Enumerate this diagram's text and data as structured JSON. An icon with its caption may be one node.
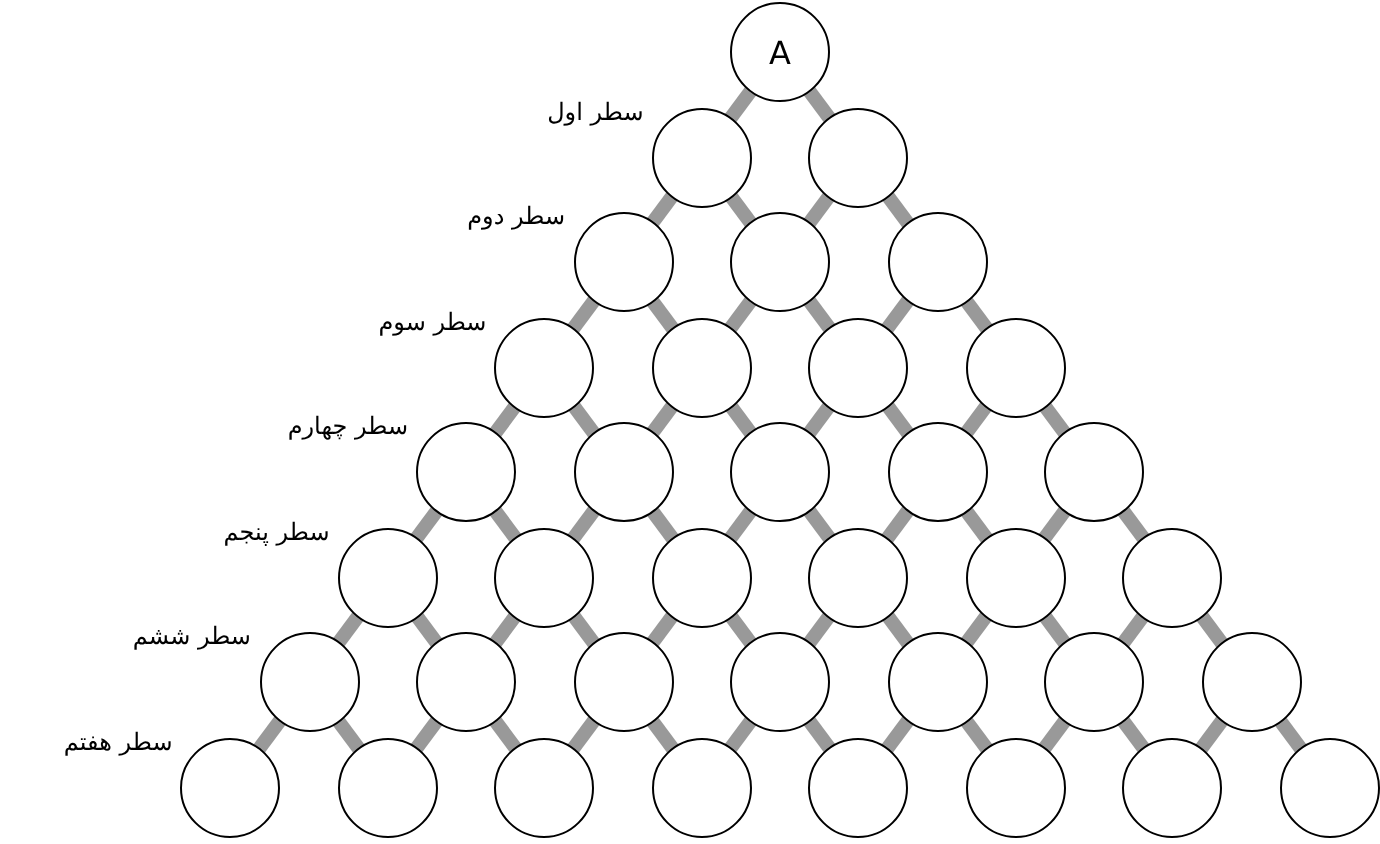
{
  "diagram": {
    "nodes": [
      {
        "text": [
          "A"
        ]
      },
      {
        "text": [],
        "shape": "circle"
      },
      {
        "text": [],
        "shape": "circle"
      },
      {
        "text": [],
        "shape": "circle"
      },
      {
        "text": [],
        "shape": "circle"
      },
      {
        "text": [],
        "shape": "circle"
      },
      {
        "text": [],
        "shape": "circle"
      },
      {
        "text": [],
        "shape": "circle"
      },
      {
        "text": [],
        "shape": "circle"
      },
      {
        "text": [],
        "shape": "circle"
      },
      {
        "text": [],
        "shape": "circle"
      },
      {
        "text": [],
        "shape": "circle"
      },
      {
        "text": [],
        "shape": "circle"
      },
      {
        "text": [],
        "shape": "circle"
      },
      {
        "text": [],
        "shape": "circle"
      },
      {
        "text": [],
        "shape": "circle"
      },
      {
        "text": [],
        "shape": "circle"
      },
      {
        "text": [],
        "shape": "circle"
      },
      {
        "text": [],
        "shape": "circle"
      },
      {
        "text": [],
        "shape": "circle"
      },
      {
        "text": [],
        "shape": "circle"
      },
      {
        "text": [],
        "shape": "circle"
      },
      {
        "text": [],
        "shape": "circle"
      },
      {
        "text": [],
        "shape": "circle"
      },
      {
        "text": [],
        "shape": "circle"
      },
      {
        "text": [],
        "shape": "circle"
      },
      {
        "text": [],
        "shape": "circle"
      },
      {
        "text": [],
        "shape": "circle"
      },
      {
        "text": [],
        "shape": "circle"
      },
      {
        "text": [],
        "shape": "circle"
      },
      {
        "text": [],
        "shape": "circle"
      },
      {
        "text": [],
        "shape": "circle"
      },
      {
        "text": [],
        "shape": "circle"
      },
      {
        "text": [],
        "shape": "circle"
      },
      {
        "text": [],
        "shape": "circle"
      },
      {
        "text": [],
        "shape": "circle"
      }
    ],
    "edges": [
      {
        "from": 0,
        "to": 1,
        "arrow": "none"
      },
      {
        "from": 0,
        "to": 2,
        "arrow": "none"
      },
      {
        "from": 1,
        "to": 3,
        "arrow": "none"
      },
      {
        "from": 1,
        "to": 4,
        "arrow": "none"
      },
      {
        "from": 2,
        "to": 4,
        "arrow": "none"
      },
      {
        "from": 2,
        "to": 5,
        "arrow": "none"
      },
      {
        "from": 3,
        "to": 6,
        "arrow": "none"
      },
      {
        "from": 3,
        "to": 7,
        "arrow": "none"
      },
      {
        "from": 4,
        "to": 7,
        "arrow": "none"
      },
      {
        "from": 4,
        "to": 8,
        "arrow": "none"
      },
      {
        "from": 5,
        "to": 8,
        "arrow": "none"
      },
      {
        "from": 5,
        "to": 9,
        "arrow": "none"
      },
      {
        "from": 6,
        "to": 10,
        "arrow": "none"
      },
      {
        "from": 6,
        "to": 11,
        "arrow": "none"
      },
      {
        "from": 7,
        "to": 11,
        "arrow": "none"
      },
      {
        "from": 7,
        "to": 12,
        "arrow": "none"
      },
      {
        "from": 8,
        "to": 12,
        "arrow": "none"
      },
      {
        "from": 8,
        "to": 13,
        "arrow": "none"
      },
      {
        "from": 9,
        "to": 13,
        "arrow": "none"
      },
      {
        "from": 9,
        "to": 14,
        "arrow": "none"
      },
      {
        "from": 10,
        "to": 15,
        "arrow": "none"
      },
      {
        "from": 10,
        "to": 16,
        "arrow": "none"
      },
      {
        "from": 11,
        "to": 16,
        "arrow": "none"
      },
      {
        "from": 11,
        "to": 17,
        "arrow": "none"
      },
      {
        "from": 12,
        "to": 17,
        "arrow": "none"
      },
      {
        "from": 12,
        "to": 18,
        "arrow": "none"
      },
      {
        "from": 13,
        "to": 18,
        "arrow": "none"
      },
      {
        "from": 13,
        "to": 19,
        "arrow": "none"
      },
      {
        "from": 14,
        "to": 19,
        "arrow": "none"
      },
      {
        "from": 14,
        "to": 20,
        "arrow": "none"
      },
      {
        "from": 15,
        "to": 21,
        "arrow": "none"
      },
      {
        "from": 15,
        "to": 22,
        "arrow": "none"
      },
      {
        "from": 16,
        "to": 22,
        "arrow": "none"
      },
      {
        "from": 16,
        "to": 23,
        "arrow": "none"
      },
      {
        "from": 17,
        "to": 23,
        "arrow": "none"
      },
      {
        "from": 17,
        "to": 24,
        "arrow": "none"
      },
      {
        "from": 18,
        "to": 24,
        "arrow": "none"
      },
      {
        "from": 18,
        "to": 25,
        "arrow": "none"
      },
      {
        "from": 19,
        "to": 25,
        "arrow": "none"
      },
      {
        "from": 19,
        "to": 26,
        "arrow": "none"
      },
      {
        "from": 20,
        "to": 26,
        "arrow": "none"
      },
      {
        "from": 20,
        "to": 27,
        "arrow": "none"
      },
      {
        "from": 21,
        "to": 28,
        "arrow": "none"
      },
      {
        "from": 21,
        "to": 29,
        "arrow": "none"
      },
      {
        "from": 22,
        "to": 29,
        "arrow": "none"
      },
      {
        "from": 22,
        "to": 30,
        "arrow": "none"
      },
      {
        "from": 23,
        "to": 30,
        "arrow": "none"
      },
      {
        "from": 23,
        "to": 31,
        "arrow": "none"
      },
      {
        "from": 24,
        "to": 31,
        "arrow": "none"
      },
      {
        "from": 24,
        "to": 32,
        "arrow": "none"
      },
      {
        "from": 25,
        "to": 32,
        "arrow": "none"
      },
      {
        "from": 25,
        "to": 33,
        "arrow": "none"
      },
      {
        "from": 26,
        "to": 33,
        "arrow": "none"
      },
      {
        "from": 26,
        "to": 34,
        "arrow": "none"
      },
      {
        "from": 27,
        "to": 34,
        "arrow": "none"
      },
      {
        "from": 27,
        "to": 35,
        "arrow": "none"
      }
    ],
    "labels": [
      "سطر اول",
      "سطر دوم",
      "سطر سوم",
      "سطر چهارم",
      "سطر پنجم",
      "سطر ششم",
      "سطر هفتم"
    ]
  }
}
